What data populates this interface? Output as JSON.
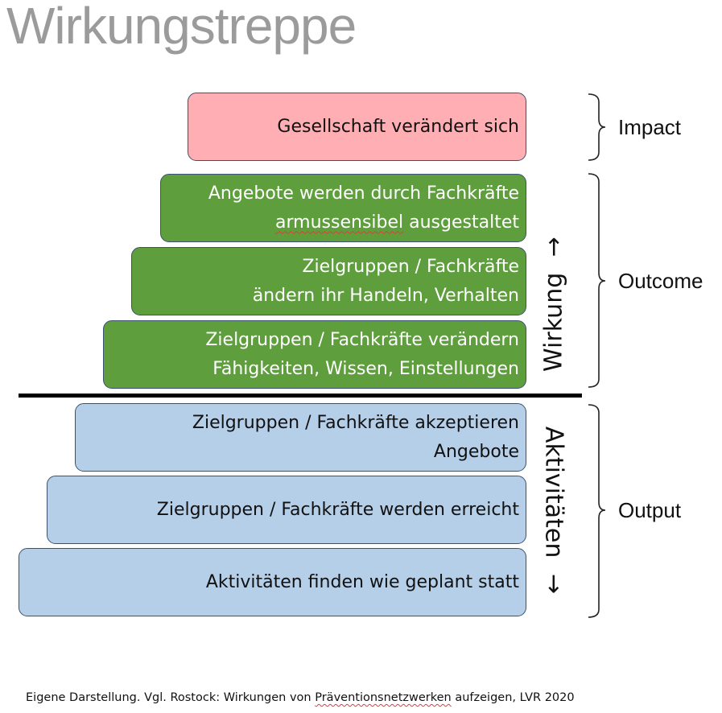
{
  "title": "Wirkungstreppe",
  "steps": {
    "impact": {
      "text": "Gesellschaft verändert sich"
    },
    "outcome1": {
      "line1": "Angebote werden durch Fachkräfte",
      "line2_underlined": "armussensibel",
      "line2_rest": " ausgestaltet"
    },
    "outcome2": {
      "line1": "Zielgruppen / Fachkräfte",
      "line2": "ändern ihr Handeln, Verhalten"
    },
    "outcome3": {
      "line1": "Zielgruppen / Fachkräfte verändern",
      "line2": "Fähigkeiten, Wissen, Einstellungen"
    },
    "output1": {
      "line1": "Zielgruppen / Fachkräfte akzeptieren",
      "line2": "Angebote"
    },
    "output2": {
      "text": "Zielgruppen / Fachkräfte werden erreicht"
    },
    "output3": {
      "text": "Aktivitäten finden wie geplant statt"
    }
  },
  "vertical_labels": {
    "wirkung": "Wirkung",
    "wirkung_arrow": "→",
    "aktivitaeten": "Aktivitäten",
    "aktivitaeten_arrow": "→"
  },
  "braces": {
    "impact": "Impact",
    "outcome": "Outcome",
    "output": "Output"
  },
  "footnote": {
    "prefix": "Eigene Darstellung. Vgl. Rostock: Wirkungen von ",
    "underlined": "Präventionsnetzwerken",
    "suffix": " aufzeigen, LVR 2020"
  },
  "colors": {
    "impact": "#ffaeb3",
    "outcome": "#5f9e3d",
    "output": "#b6cfe9",
    "border": "#3a5270"
  }
}
